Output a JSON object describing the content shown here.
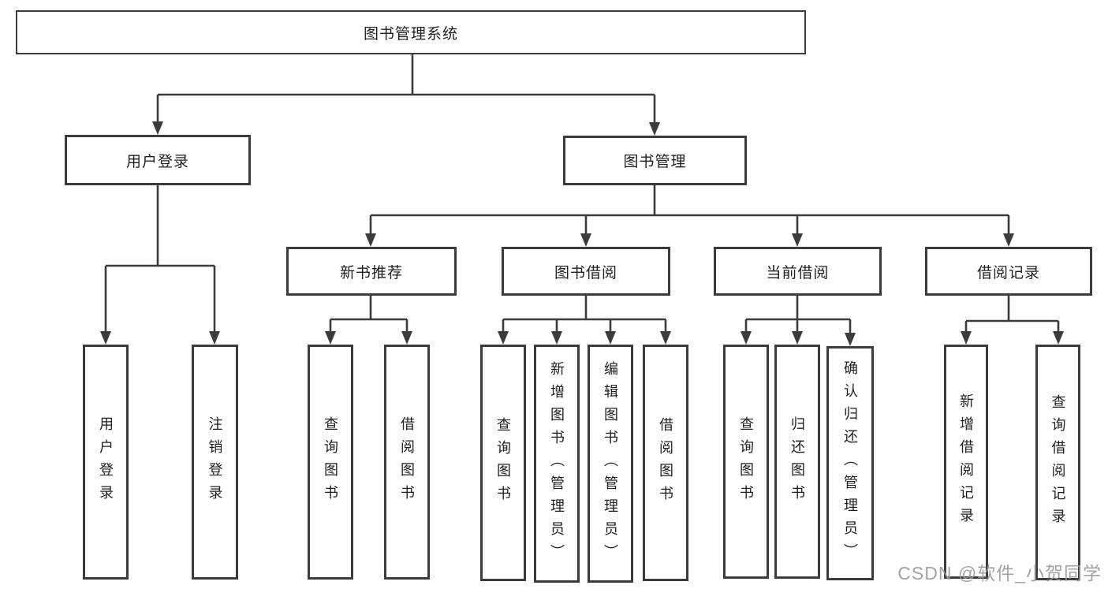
{
  "colors": {
    "line": "#3c3c3c",
    "text": "#1f1f1f",
    "watermark": "#9a9a9a",
    "background": "#ffffff"
  },
  "watermark": {
    "text": "CSDN @软件_小贺同学"
  },
  "tree": {
    "label": "图书管理系统",
    "children": [
      {
        "label": "用户登录",
        "children": [
          {
            "label": "用户登录"
          },
          {
            "label": "注销登录"
          }
        ]
      },
      {
        "label": "图书管理",
        "children": [
          {
            "label": "新书推荐",
            "children": [
              {
                "label": "查询图书"
              },
              {
                "label": "借阅图书"
              }
            ]
          },
          {
            "label": "图书借阅",
            "children": [
              {
                "label": "查询图书"
              },
              {
                "label": "新增图书（管理员）"
              },
              {
                "label": "编辑图书（管理员）"
              },
              {
                "label": "借阅图书"
              }
            ]
          },
          {
            "label": "当前借阅",
            "children": [
              {
                "label": "查询图书"
              },
              {
                "label": "归还图书"
              },
              {
                "label": "确认归还（管理员）"
              }
            ]
          },
          {
            "label": "借阅记录",
            "children": [
              {
                "label": "新增借阅记录"
              },
              {
                "label": "查询借阅记录"
              }
            ]
          }
        ]
      }
    ]
  }
}
